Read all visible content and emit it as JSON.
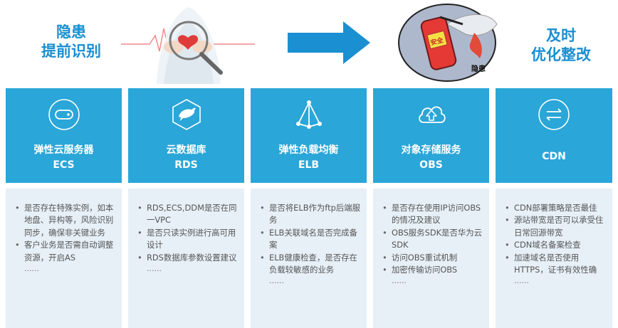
{
  "header": {
    "left_title": [
      "隐患",
      "提前识别"
    ],
    "right_title": [
      "及时",
      "优化整改"
    ],
    "illustration_label": "安全",
    "illustration_caption": "隐患"
  },
  "cards": [
    {
      "name": "弹性云服务器",
      "abbr": "ECS",
      "icon": "server-icon",
      "items": [
        "是否存在特殊实例，如本地盘、异构等，风险识别同步，确保非关键业务",
        "客户业务是否需自动调整资源，开启AS"
      ],
      "more": "......"
    },
    {
      "name": "云数据库",
      "abbr": "RDS",
      "icon": "dolphin-icon",
      "items": [
        "RDS,ECS,DDM是否在同一VPC",
        "是否只读实例进行高可用设计",
        "RDS数据库参数设置建议"
      ],
      "more": "......"
    },
    {
      "name": "弹性负载均衡",
      "abbr": "ELB",
      "icon": "load-balancer-icon",
      "items": [
        "是否将ELB作为ftp后端服务",
        "ELB关联域名是否完成备案",
        "ELB健康检查，是否存在负载较敏感的业务"
      ],
      "more": "......"
    },
    {
      "name": "对象存储服务",
      "abbr": "OBS",
      "icon": "cloud-upload-icon",
      "items": [
        "是否存在使用IP访问OBS的情况及建议",
        "OBS服务SDK是否华为云SDK",
        "访问OBS重试机制",
        "加密传输访问OBS"
      ],
      "more": "......"
    },
    {
      "name": "",
      "abbr": "CDN",
      "icon": "swap-arrows-icon",
      "items": [
        "CDN部署策略是否最佳",
        "源站带宽是否可以承受住日常回源带宽",
        "CDN域名备案检查",
        "加速域名是否使用HTTPS，证书有效性确"
      ],
      "more": "......"
    }
  ],
  "colors": {
    "accent": "#1a8fd1",
    "card": "#2aa6d8",
    "body": "#e7f0f7"
  }
}
